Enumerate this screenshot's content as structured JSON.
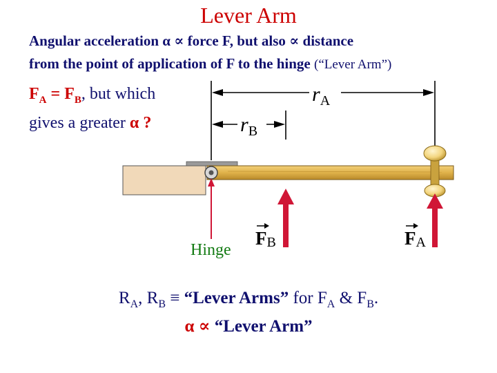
{
  "title": "Lever Arm",
  "intro": {
    "line1": "Angular acceleration α ∝ force F, but also ∝ distance",
    "line2_main": "from the point of application of F to the hinge",
    "line2_paren": "(“Lever Arm”)"
  },
  "question": {
    "fa": "F",
    "fa_sub": "A",
    "eq": " = ",
    "fb": "F",
    "fb_sub": "B",
    "rest1": ", but which",
    "line2": "gives a greater ",
    "alpha": "α ?"
  },
  "diagram": {
    "r_a_label": "r",
    "r_a_sub": "A",
    "r_b_label": "r",
    "r_b_sub": "B",
    "f_b_label": "F",
    "f_b_sub": "B",
    "f_a_label": "F",
    "f_a_sub": "A",
    "hinge_label": "Hinge",
    "colors": {
      "arrow_red": "#d01636",
      "board": "#e0b24a",
      "block": "#f1d9b9",
      "knob": "#f3d57e"
    }
  },
  "summary": {
    "ra": "R",
    "ra_sub": "A",
    "comma": ", R",
    "rb_sub": "B",
    "equiv": " ≡ ",
    "quote": "“Lever Arms”",
    "for": " for F",
    "fa_sub": "A",
    "amp": " & F",
    "fb_sub": "B",
    "period": ".",
    "line2_alpha": "α ∝ ",
    "line2_rest": "“Lever Arm”"
  }
}
